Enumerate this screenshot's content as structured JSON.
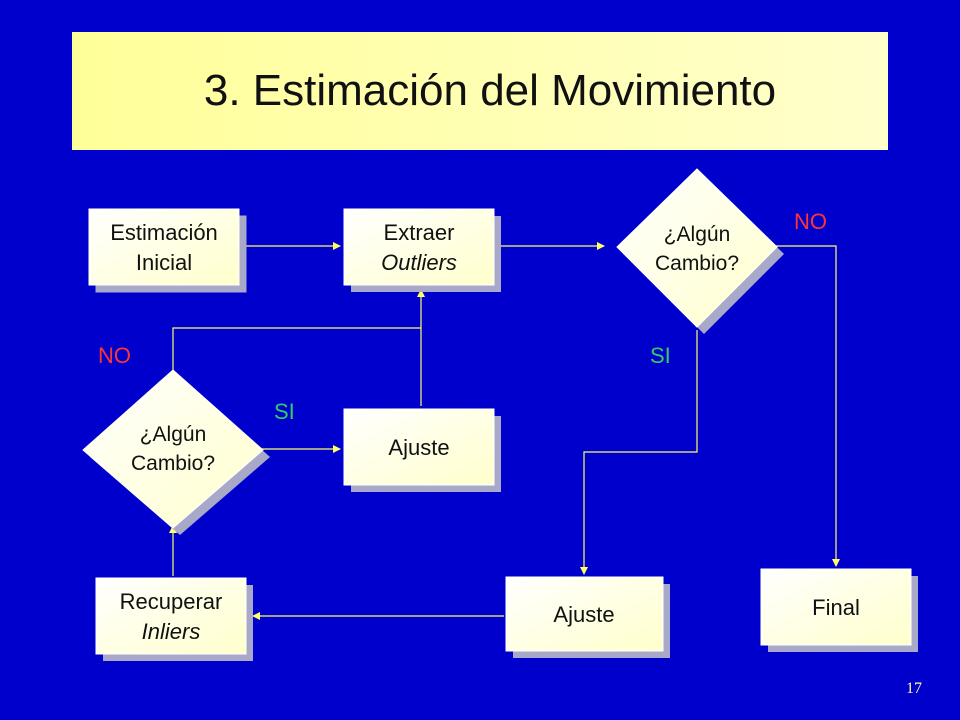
{
  "slide": {
    "title": "3. Estimación del Movimiento",
    "page_number": "17"
  },
  "nodes": {
    "estimacion": {
      "line1": "Estimación",
      "line2": "Inicial"
    },
    "extraer": {
      "line1": "Extraer",
      "line2": "Outliers"
    },
    "decision_top": {
      "line1": "¿Algún",
      "line2": "Cambio?"
    },
    "decision_left": {
      "line1": "¿Algún",
      "line2": "Cambio?"
    },
    "ajuste_mid": {
      "label": "Ajuste"
    },
    "recuperar": {
      "line1": "Recuperar",
      "line2": "Inliers"
    },
    "ajuste_bottom": {
      "label": "Ajuste"
    },
    "final": {
      "label": "Final"
    }
  },
  "edge_labels": {
    "top_no": "NO",
    "top_si": "SI",
    "left_no": "NO",
    "left_si": "SI"
  },
  "colors": {
    "background": "#0000cc",
    "box_fill": "#ffffcc",
    "shadow": "#a8a8c8",
    "connector": "#ffff66",
    "no_label": "#ff3333",
    "si_label": "#33cc66"
  }
}
